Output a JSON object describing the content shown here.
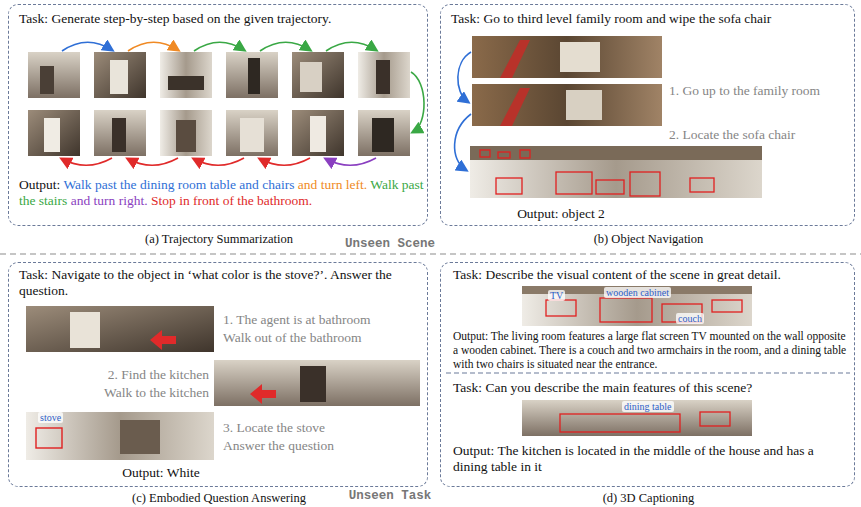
{
  "diagram": {
    "nodes": [
      {
        "text": [
          "Task: Generate step-by-step based on the given trajectory.",
          "Output:",
          "Walk past the dining room table and chairs",
          "and turn left.",
          "Walk past the stairs",
          "and turn right.",
          "Stop in front of the bathroom.",
          "(a) Trajectory Summarization"
        ]
      },
      {
        "text": [
          "Task: Go to third level family room and wipe the sofa chair",
          "1. Go up to the family room",
          "2. Locate the sofa chair",
          "Output: object 2",
          "(b) Object Navigation"
        ]
      },
      {
        "text": [
          "Task: Navigate to the object in ‘what color is the stove?’. Answer the question.",
          "1. The agent is at bathroom",
          "Walk out of the bathroom",
          "2. Find the kitchen",
          "Walk to the kitchen",
          "3. Locate the stove",
          "Answer the question",
          "Output: White",
          "(c) Embodied Question Answering"
        ]
      },
      {
        "text": [
          "Task: Describe the visual content of the scene in great detail.",
          "Output: The living room features a large flat screen TV mounted on the wall opposite a wooden cabinet. There is a couch and two armchairs in the room, and a dining table with two chairs is situated near the entrance.",
          "Task: Can you describe the main features of this scene?",
          "Output: The kitchen is located in the middle of the house and has a dining table in it",
          "(d) 3D Captioning"
        ]
      }
    ],
    "labels": [
      "Unseen Scene",
      "Unseen Task",
      "stove",
      "TV",
      "wooden cabinet",
      "couch",
      "dining table"
    ]
  }
}
